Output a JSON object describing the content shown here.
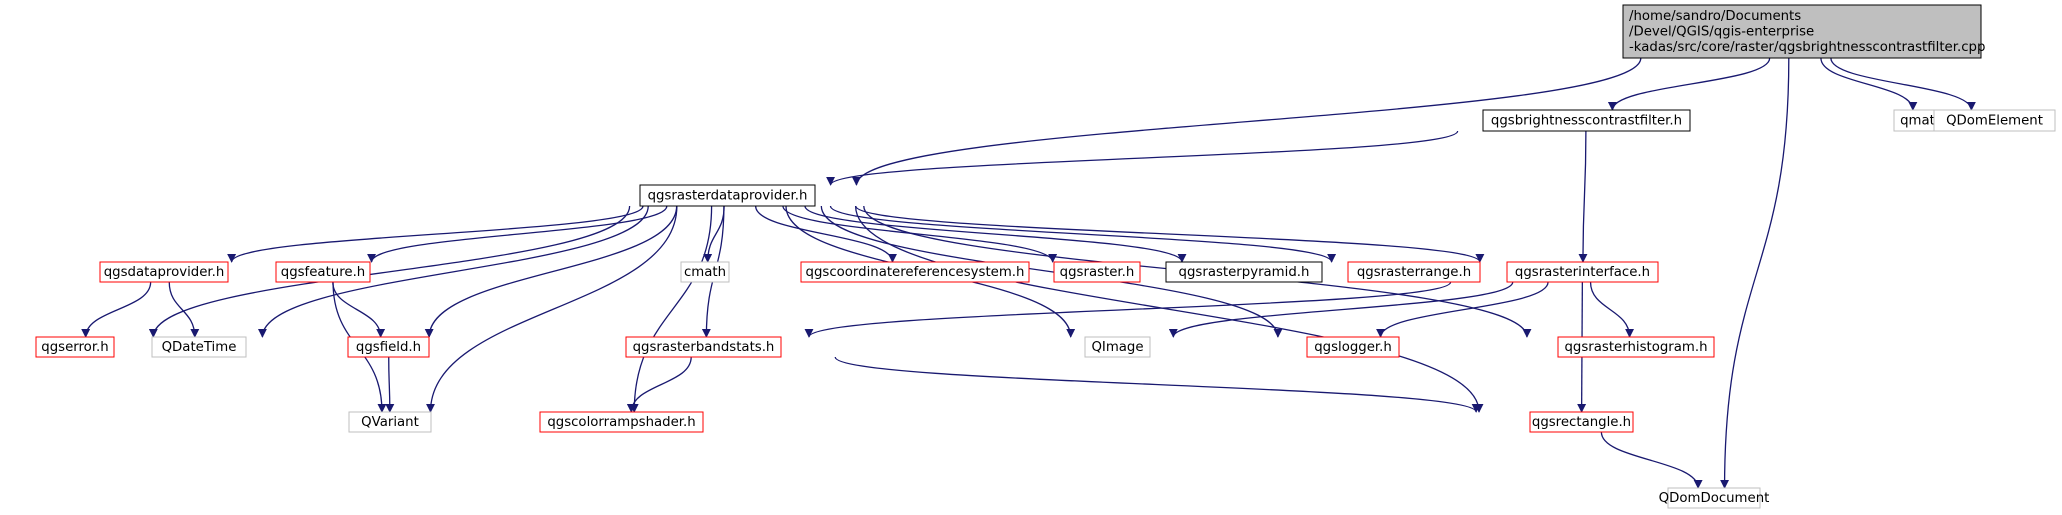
{
  "colors": {
    "root_fill": "#bfbfbf",
    "root_border": "#000000",
    "normal_border": "#000000",
    "undocumented_border": "#ff0000",
    "external_border": "#bfbfbf",
    "edge": "#191970",
    "external_edge": "#63b8ff"
  },
  "nodes": [
    {
      "id": "root",
      "kind": "root",
      "lines": [
        "/home/sandro/Documents",
        "/Devel/QGIS/qgis-enterprise",
        "-kadas/src/core/raster/qgsbrightnesscontrastfilter.cpp"
      ]
    },
    {
      "id": "qgsbrightnesscontrastfilter_h",
      "kind": "normal",
      "lines": [
        "qgsbrightnesscontrastfilter.h"
      ]
    },
    {
      "id": "qmath_h",
      "kind": "external",
      "lines": [
        "qmath.h"
      ]
    },
    {
      "id": "QDomElement",
      "kind": "external",
      "lines": [
        "QDomElement"
      ]
    },
    {
      "id": "qgsrasterdataprovider_h",
      "kind": "normal",
      "lines": [
        "qgsrasterdataprovider.h"
      ]
    },
    {
      "id": "qgsdataprovider_h",
      "kind": "undocumented",
      "lines": [
        "qgsdataprovider.h"
      ]
    },
    {
      "id": "qgsfeature_h",
      "kind": "undocumented",
      "lines": [
        "qgsfeature.h"
      ]
    },
    {
      "id": "cmath",
      "kind": "external",
      "lines": [
        "cmath"
      ]
    },
    {
      "id": "qgscoordinatereferencesystem_h",
      "kind": "undocumented",
      "lines": [
        "qgscoordinatereferencesystem.h"
      ]
    },
    {
      "id": "qgsraster_h",
      "kind": "undocumented",
      "lines": [
        "qgsraster.h"
      ]
    },
    {
      "id": "qgsrasterpyramid_h",
      "kind": "normal",
      "lines": [
        "qgsrasterpyramid.h"
      ]
    },
    {
      "id": "qgsrasterrange_h",
      "kind": "undocumented",
      "lines": [
        "qgsrasterrange.h"
      ]
    },
    {
      "id": "qgsrasterinterface_h",
      "kind": "undocumented",
      "lines": [
        "qgsrasterinterface.h"
      ]
    },
    {
      "id": "qgserror_h",
      "kind": "undocumented",
      "lines": [
        "qgserror.h"
      ]
    },
    {
      "id": "QDateTime",
      "kind": "external",
      "lines": [
        "QDateTime"
      ]
    },
    {
      "id": "qgsfield_h",
      "kind": "undocumented",
      "lines": [
        "qgsfield.h"
      ]
    },
    {
      "id": "qgsrasterbandstats_h",
      "kind": "undocumented",
      "lines": [
        "qgsrasterbandstats.h"
      ]
    },
    {
      "id": "QImage",
      "kind": "external",
      "lines": [
        "QImage"
      ]
    },
    {
      "id": "qgslogger_h",
      "kind": "undocumented",
      "lines": [
        "qgslogger.h"
      ]
    },
    {
      "id": "qgsrasterhistogram_h",
      "kind": "undocumented",
      "lines": [
        "qgsrasterhistogram.h"
      ]
    },
    {
      "id": "QVariant",
      "kind": "external",
      "lines": [
        "QVariant"
      ]
    },
    {
      "id": "qgscolorrampshader_h",
      "kind": "undocumented",
      "lines": [
        "qgscolorrampshader.h"
      ]
    },
    {
      "id": "qgsrectangle_h",
      "kind": "undocumented",
      "lines": [
        "qgsrectangle.h"
      ]
    },
    {
      "id": "QDomDocument",
      "kind": "external",
      "lines": [
        "QDomDocument"
      ]
    }
  ],
  "edges": [
    [
      "root",
      "qgsbrightnesscontrastfilter_h"
    ],
    [
      "root",
      "qmath_h"
    ],
    [
      "root",
      "QDomElement"
    ],
    [
      "root",
      "qgsrasterdataprovider_h"
    ],
    [
      "root",
      "QDomDocument"
    ],
    [
      "qgsbrightnesscontrastfilter_h",
      "qgsrasterdataprovider_h"
    ],
    [
      "qgsbrightnesscontrastfilter_h",
      "qgsrasterinterface_h"
    ],
    [
      "qgsrasterdataprovider_h",
      "qgsdataprovider_h"
    ],
    [
      "qgsrasterdataprovider_h",
      "qgsfeature_h"
    ],
    [
      "qgsrasterdataprovider_h",
      "cmath"
    ],
    [
      "qgsrasterdataprovider_h",
      "qgscoordinatereferencesystem_h"
    ],
    [
      "qgsrasterdataprovider_h",
      "qgsraster_h"
    ],
    [
      "qgsrasterdataprovider_h",
      "qgsrasterpyramid_h"
    ],
    [
      "qgsrasterdataprovider_h",
      "qgsrasterrange_h"
    ],
    [
      "qgsrasterdataprovider_h",
      "qgsrasterinterface_h"
    ],
    [
      "qgsrasterdataprovider_h",
      "qgserror_h"
    ],
    [
      "qgsrasterdataprovider_h",
      "QDateTime"
    ],
    [
      "qgsrasterdataprovider_h",
      "qgsfield_h"
    ],
    [
      "qgsrasterdataprovider_h",
      "QVariant"
    ],
    [
      "qgsrasterdataprovider_h",
      "qgscolorrampshader_h"
    ],
    [
      "qgsrasterdataprovider_h",
      "qgsrasterbandstats_h"
    ],
    [
      "qgsrasterdataprovider_h",
      "QImage"
    ],
    [
      "qgsrasterdataprovider_h",
      "qgslogger_h"
    ],
    [
      "qgsrasterdataprovider_h",
      "qgsrasterhistogram_h"
    ],
    [
      "qgsrasterdataprovider_h",
      "qgsrectangle_h"
    ],
    [
      "qgsdataprovider_h",
      "qgserror_h"
    ],
    [
      "qgsdataprovider_h",
      "QDateTime"
    ],
    [
      "qgsfeature_h",
      "qgsfield_h"
    ],
    [
      "qgsfeature_h",
      "QVariant"
    ],
    [
      "qgsfield_h",
      "QVariant"
    ],
    [
      "qgsrasterinterface_h",
      "qgsrasterbandstats_h"
    ],
    [
      "qgsrasterinterface_h",
      "QImage"
    ],
    [
      "qgsrasterinterface_h",
      "qgslogger_h"
    ],
    [
      "qgsrasterinterface_h",
      "qgsrasterhistogram_h"
    ],
    [
      "qgsrasterinterface_h",
      "qgsrectangle_h"
    ],
    [
      "qgsrasterbandstats_h",
      "qgscolorrampshader_h"
    ],
    [
      "qgsrasterbandstats_h",
      "qgsrectangle_h"
    ],
    [
      "qgsrectangle_h",
      "QDomDocument"
    ]
  ]
}
